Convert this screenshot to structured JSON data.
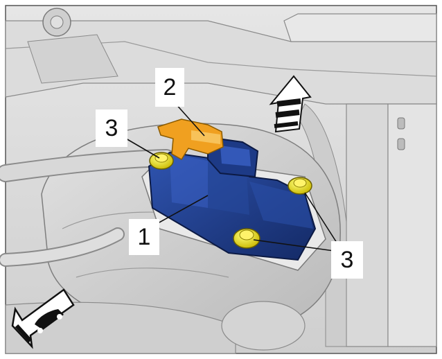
{
  "callouts": {
    "module": "1",
    "connector": "2",
    "bolts_left": "3",
    "bolts_right": "3"
  },
  "colors": {
    "module": "#1f3d8c",
    "connector": "#f0a020",
    "bolts": "#f2e600",
    "background": "#d6d6d6"
  },
  "icons": {
    "forward_direction": "arrow-up-icon",
    "vehicle_front": "car-arrow-icon"
  }
}
